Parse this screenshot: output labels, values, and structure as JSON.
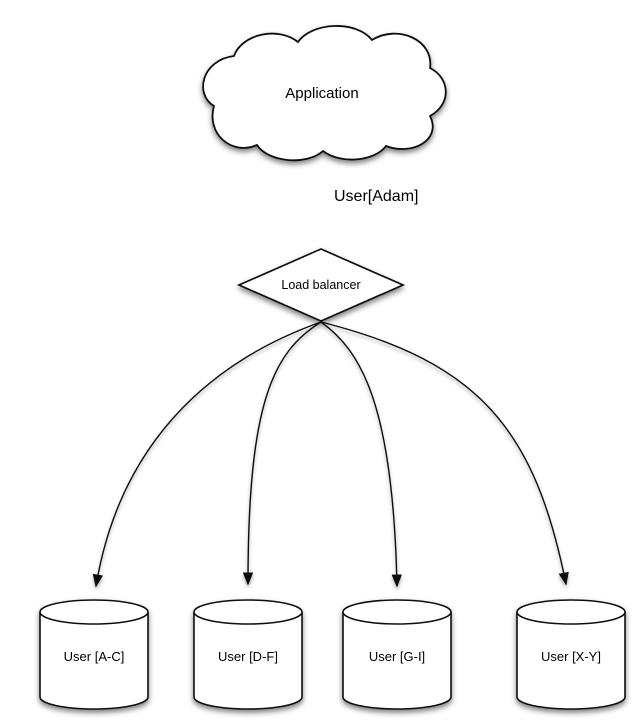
{
  "diagram": {
    "colors": {
      "background": "#ffffff",
      "stroke": "#111111",
      "shape_fill": "#ffffff",
      "text": "#000000"
    },
    "nodes": {
      "application": {
        "label": "Application",
        "shape": "cloud"
      },
      "load_balancer": {
        "label": "Load balancer",
        "shape": "diamond"
      },
      "shards": [
        {
          "label": "User [A-C]",
          "shape": "cylinder"
        },
        {
          "label": "User [D-F]",
          "shape": "cylinder"
        },
        {
          "label": "User [G-I]",
          "shape": "cylinder"
        },
        {
          "label": "User [X-Y]",
          "shape": "cylinder"
        }
      ]
    },
    "edges": [
      {
        "from": "application",
        "to": "load_balancer",
        "label": "User[Adam]",
        "style": "straight-arrow"
      },
      {
        "from": "load_balancer",
        "to": "shard-0",
        "label": "",
        "style": "curved-arrow"
      },
      {
        "from": "load_balancer",
        "to": "shard-1",
        "label": "",
        "style": "curved-arrow"
      },
      {
        "from": "load_balancer",
        "to": "shard-2",
        "label": "",
        "style": "curved-arrow"
      },
      {
        "from": "load_balancer",
        "to": "shard-3",
        "label": "",
        "style": "curved-arrow"
      }
    ]
  }
}
